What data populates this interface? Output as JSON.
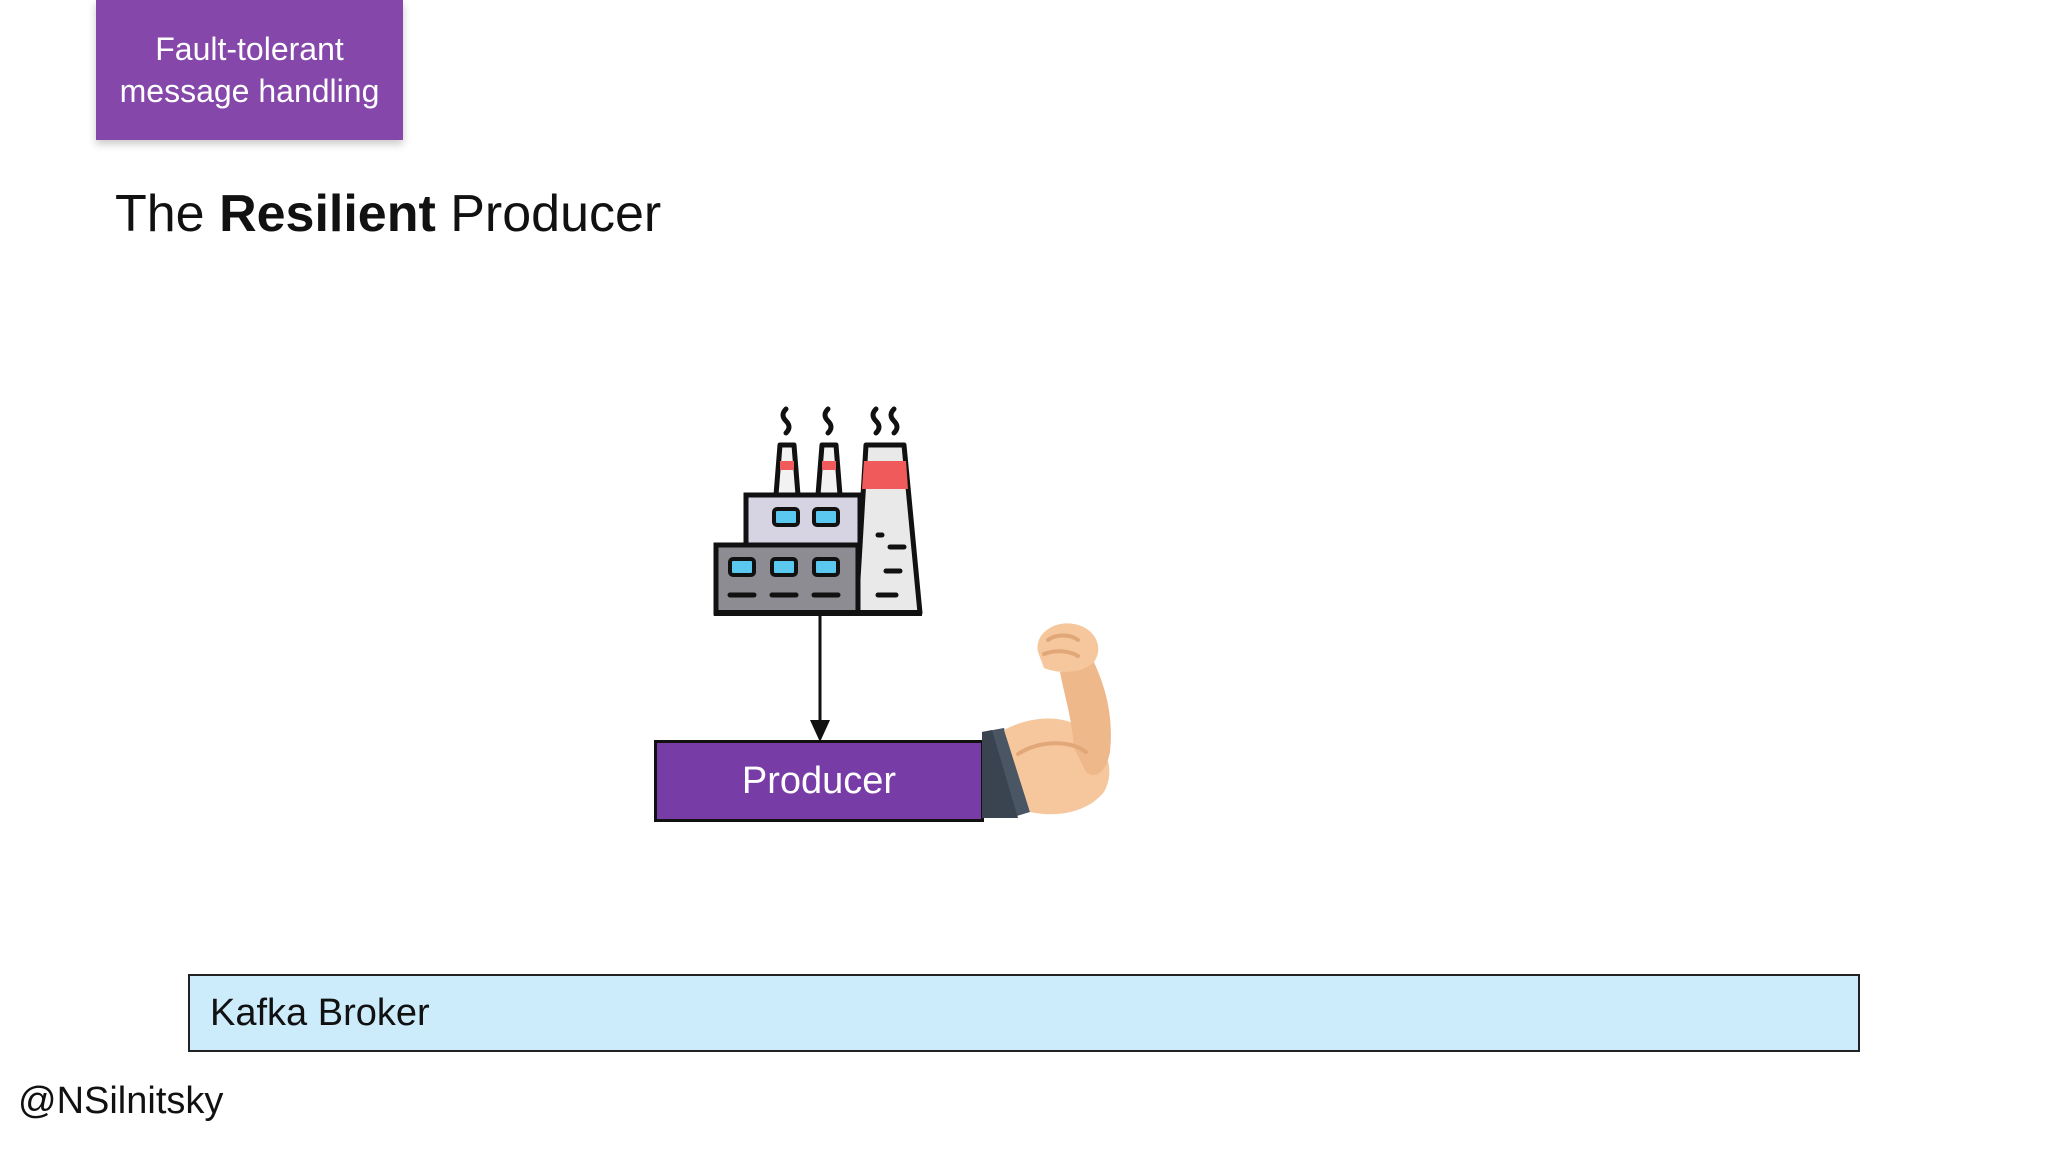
{
  "section_tag": {
    "line1": "Fault-tolerant",
    "line2": "message handling"
  },
  "title": {
    "prefix": "The ",
    "bold": "Resilient",
    "suffix": " Producer"
  },
  "diagram": {
    "producer_label": "Producer",
    "broker_label": "Kafka Broker",
    "icons": [
      "factory-icon",
      "flexed-bicep-icon",
      "arrow-down-icon"
    ]
  },
  "footer": {
    "handle": "@NSilnitsky"
  },
  "colors": {
    "tag_purple": "#8547aa",
    "producer_purple": "#773ca6",
    "broker_blue": "#ccecfc",
    "factory_red": "#f05a5a",
    "factory_window": "#5bc8ef",
    "skin": "#f6c79c"
  }
}
